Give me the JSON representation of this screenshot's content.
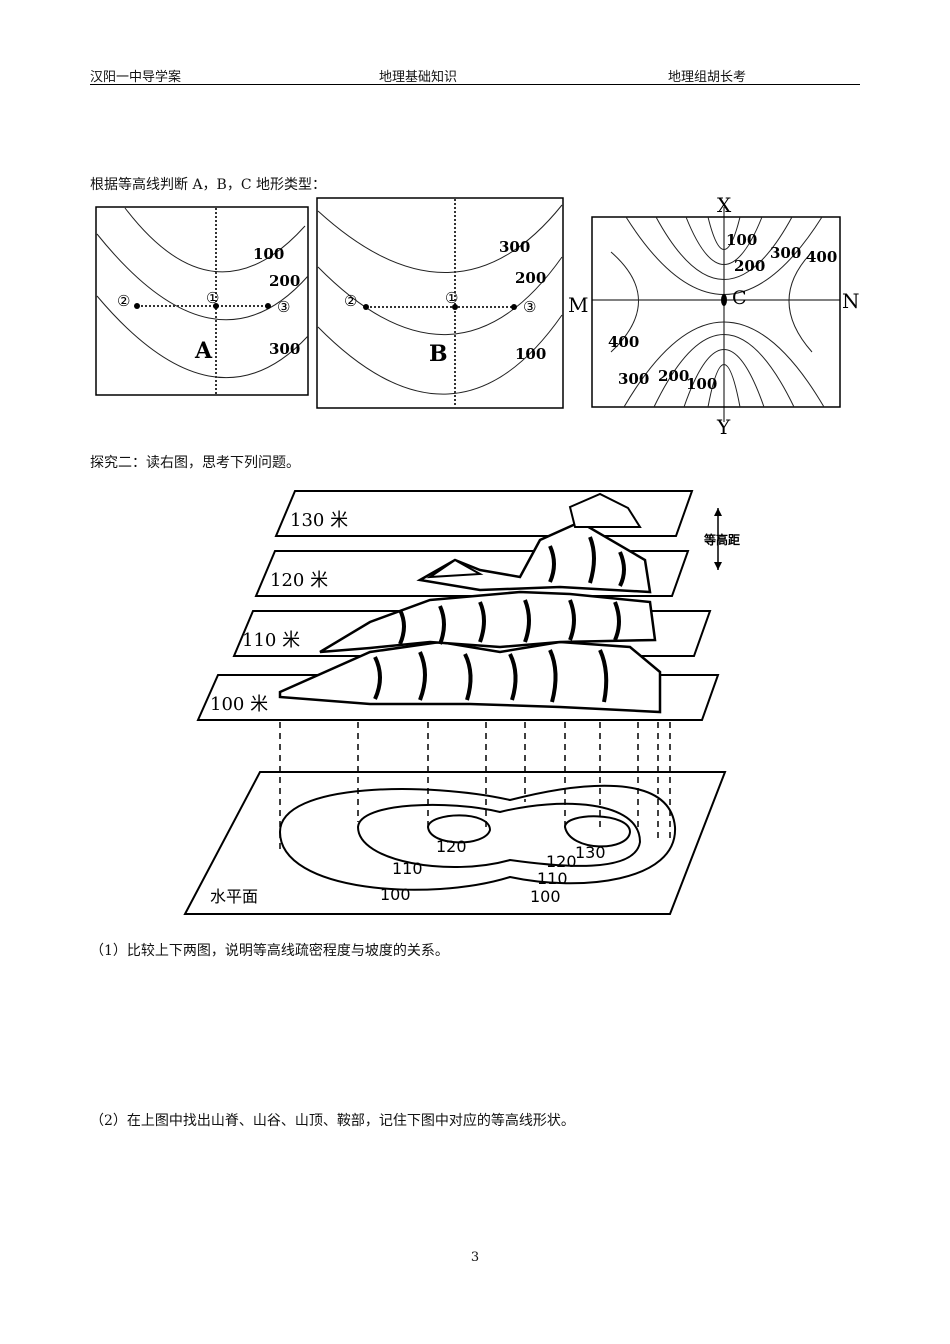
{
  "header": {
    "left": "汉阳一中导学案",
    "center": "地理基础知识",
    "right": "地理组胡长考"
  },
  "section1": {
    "intro": "根据等高线判断 A，B，C 地形类型："
  },
  "figA": {
    "letter": "A",
    "labels": [
      "100",
      "200",
      "300"
    ],
    "points": [
      "②",
      "①",
      "③"
    ]
  },
  "figB": {
    "letter": "B",
    "labels": [
      "300",
      "200",
      "100"
    ],
    "points": [
      "②",
      "①",
      "③"
    ]
  },
  "figC": {
    "letter": "C",
    "axes": {
      "top": "X",
      "bottom": "Y",
      "left": "M",
      "right": "N"
    },
    "labels_top": [
      "100",
      "200",
      "300",
      "400"
    ],
    "labels_bottom": [
      "400",
      "300",
      "200",
      "100"
    ]
  },
  "section2": {
    "intro": "探究二：读右图，思考下列问题。"
  },
  "diagram": {
    "planes": [
      "130 米",
      "120 米",
      "110 米",
      "100 米"
    ],
    "interval_label": "等高距",
    "map_labels": [
      "120",
      "110",
      "100",
      "120",
      "130",
      "110",
      "100"
    ],
    "water_plane": "水平面"
  },
  "questions": [
    "（1）比较上下两图，说明等高线疏密程度与坡度的关系。",
    "（2）在上图中找出山脊、山谷、山顶、鞍部，记住下图中对应的等高线形状。"
  ],
  "page_number": "3"
}
